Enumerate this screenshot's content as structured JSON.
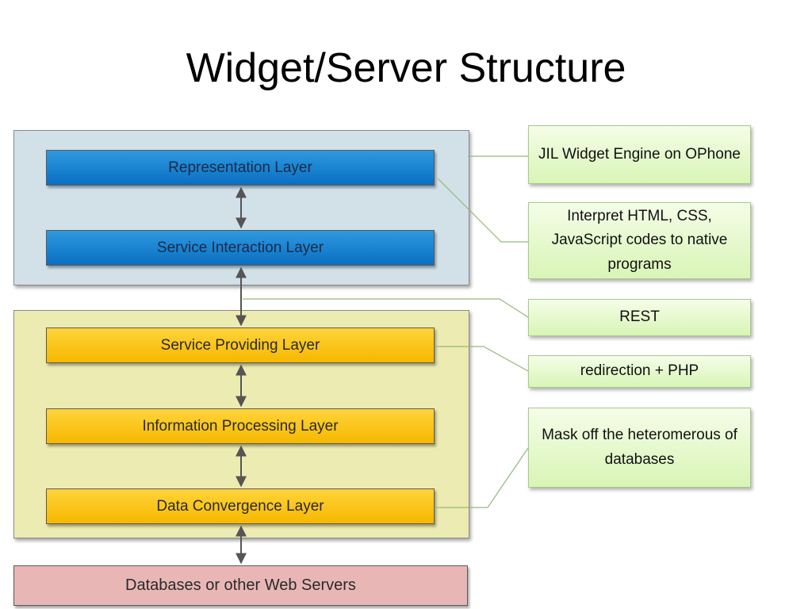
{
  "title": "Widget/Server Structure",
  "layers": {
    "representation": "Representation Layer",
    "service_interaction": "Service Interaction Layer",
    "service_providing": "Service Providing Layer",
    "information_processing": "Information Processing Layer",
    "data_convergence": "Data Convergence Layer",
    "databases": "Databases or other Web Servers"
  },
  "notes": {
    "jil_engine": "JIL Widget Engine on OPhone",
    "interpret": "Interpret HTML, CSS, JavaScript codes to native programs",
    "rest": "REST",
    "redirection": "redirection + PHP",
    "mask": "Mask off the heteromerous of databases"
  },
  "colors": {
    "client_group": "#d2e0e8",
    "server_group": "#ecebb2",
    "blue_layer": "#0a6fc1",
    "yellow_layer": "#f6b800",
    "pink_layer": "#e9b6b6",
    "note_fill": "#d8f5b6"
  }
}
